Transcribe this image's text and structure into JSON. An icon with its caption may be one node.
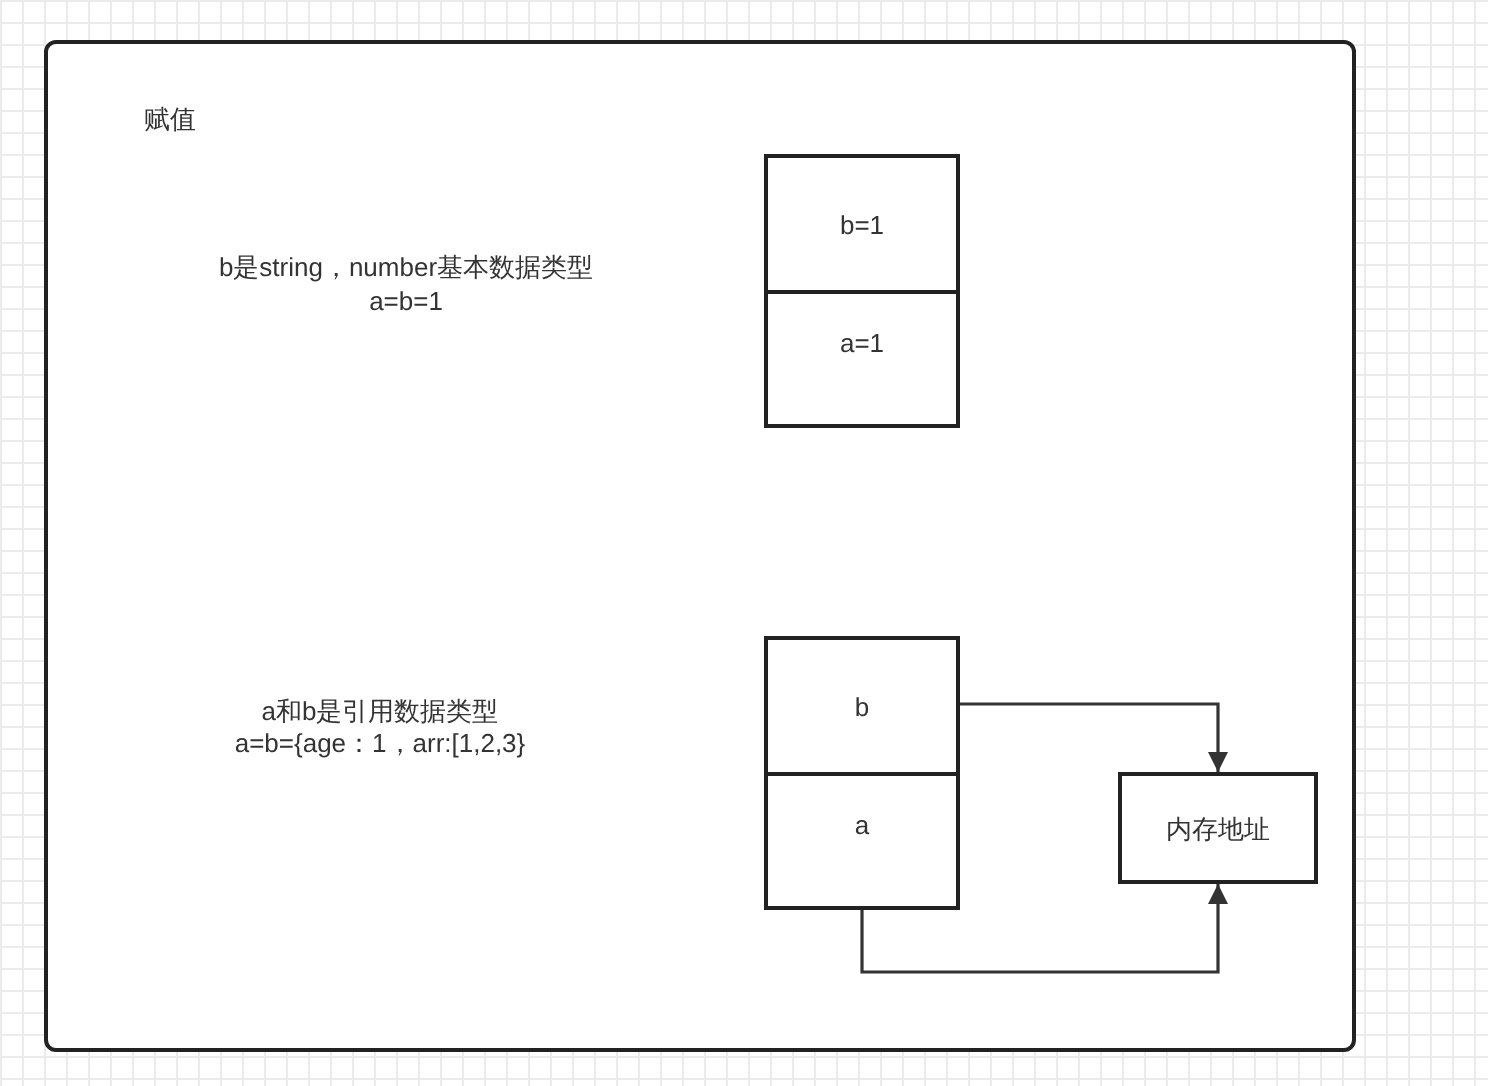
{
  "diagram": {
    "nodes": [
      {
        "text": [
          "赋值"
        ]
      },
      {
        "text": [
          "b=1"
        ],
        "in": 0
      },
      {
        "text": [
          "a=1"
        ],
        "in": 0
      },
      {
        "text": [
          "b"
        ],
        "in": 0
      },
      {
        "text": [
          "a"
        ],
        "in": 0
      },
      {
        "text": [
          "内存地址"
        ],
        "in": 0
      }
    ],
    "edges": [
      {
        "from": 3,
        "to": 5,
        "arrow": "to"
      },
      {
        "from": 4,
        "to": 5,
        "arrow": "to"
      }
    ],
    "labels": [
      "b是string，number基本数据类型",
      "a=b=1",
      "a和b是引用数据类型",
      "a=b={age：1，arr:[1,2,3}"
    ]
  }
}
